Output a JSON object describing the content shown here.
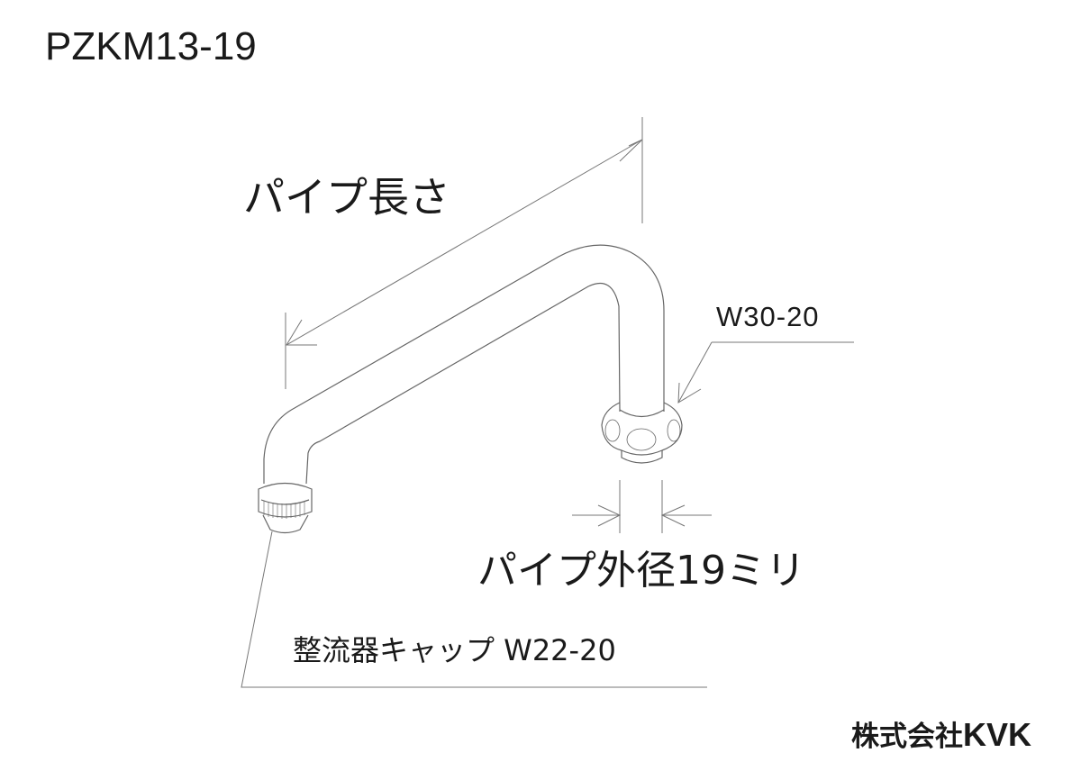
{
  "model": "PZKM13-19",
  "labels": {
    "pipe_length": "パイプ長さ",
    "spout_part": "W30-20",
    "pipe_diameter": "パイプ外径19ミリ",
    "aerator_cap": "整流器キャップ  W22-20"
  },
  "brand": {
    "prefix": "株式会社",
    "name": "KVK"
  },
  "line_color": "#555555"
}
